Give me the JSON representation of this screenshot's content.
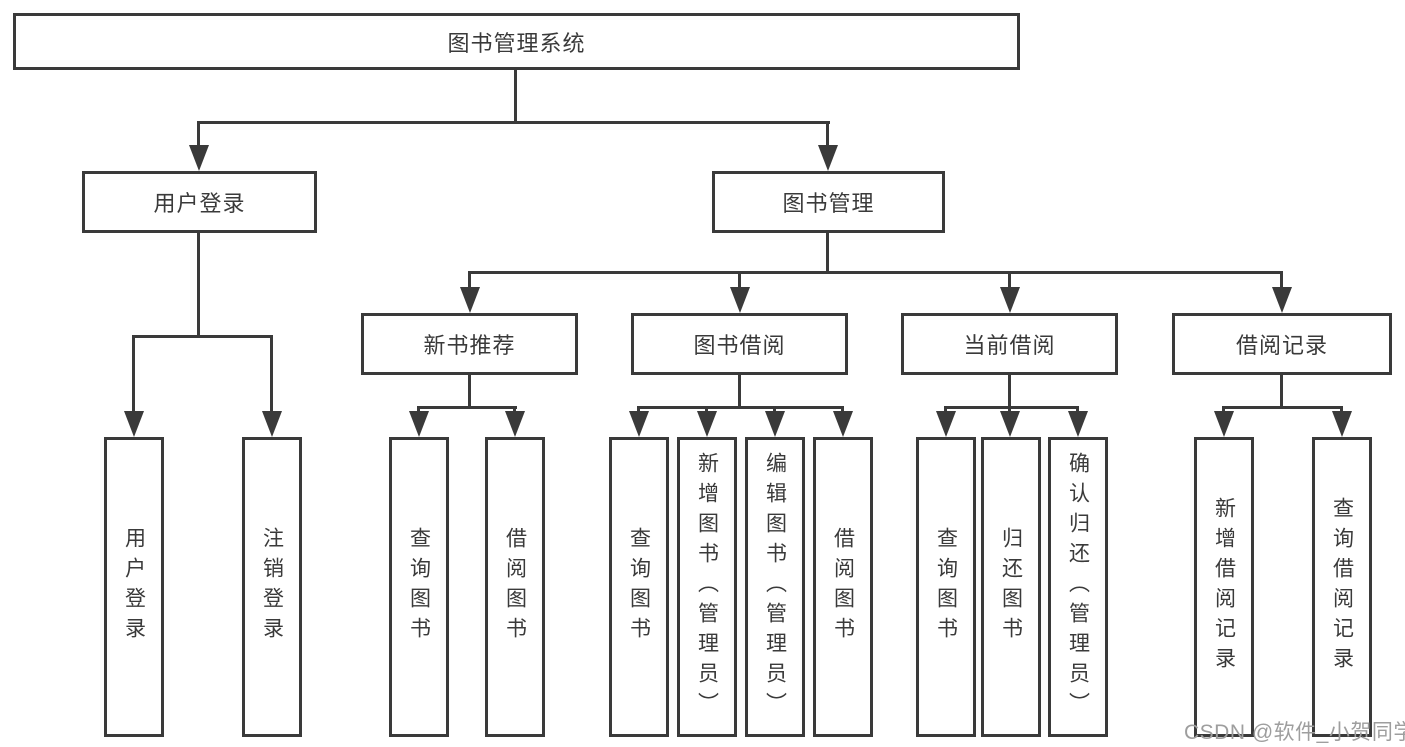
{
  "diagram": {
    "root": {
      "label": "图书管理系统"
    },
    "branches": [
      {
        "label": "用户登录",
        "children": [
          {
            "label": "用户登录"
          },
          {
            "label": "注销登录"
          }
        ]
      },
      {
        "label": "图书管理",
        "groups": [
          {
            "label": "新书推荐",
            "children": [
              {
                "label": "查询图书"
              },
              {
                "label": "借阅图书"
              }
            ]
          },
          {
            "label": "图书借阅",
            "children": [
              {
                "label": "查询图书"
              },
              {
                "label": "新增图书（管理员）"
              },
              {
                "label": "编辑图书（管理员）"
              },
              {
                "label": "借阅图书"
              }
            ]
          },
          {
            "label": "当前借阅",
            "children": [
              {
                "label": "查询图书"
              },
              {
                "label": "归还图书"
              },
              {
                "label": "确认归还（管理员）"
              }
            ]
          },
          {
            "label": "借阅记录",
            "children": [
              {
                "label": "新增借阅记录"
              },
              {
                "label": "查询借阅记录"
              }
            ]
          }
        ]
      }
    ]
  },
  "watermark": {
    "text": "CSDN @软件_小贺同学"
  },
  "colors": {
    "line": "#3a3a3a",
    "text": "#3a3a3a",
    "background": "#ffffff",
    "watermark": "#9e9e9e"
  }
}
